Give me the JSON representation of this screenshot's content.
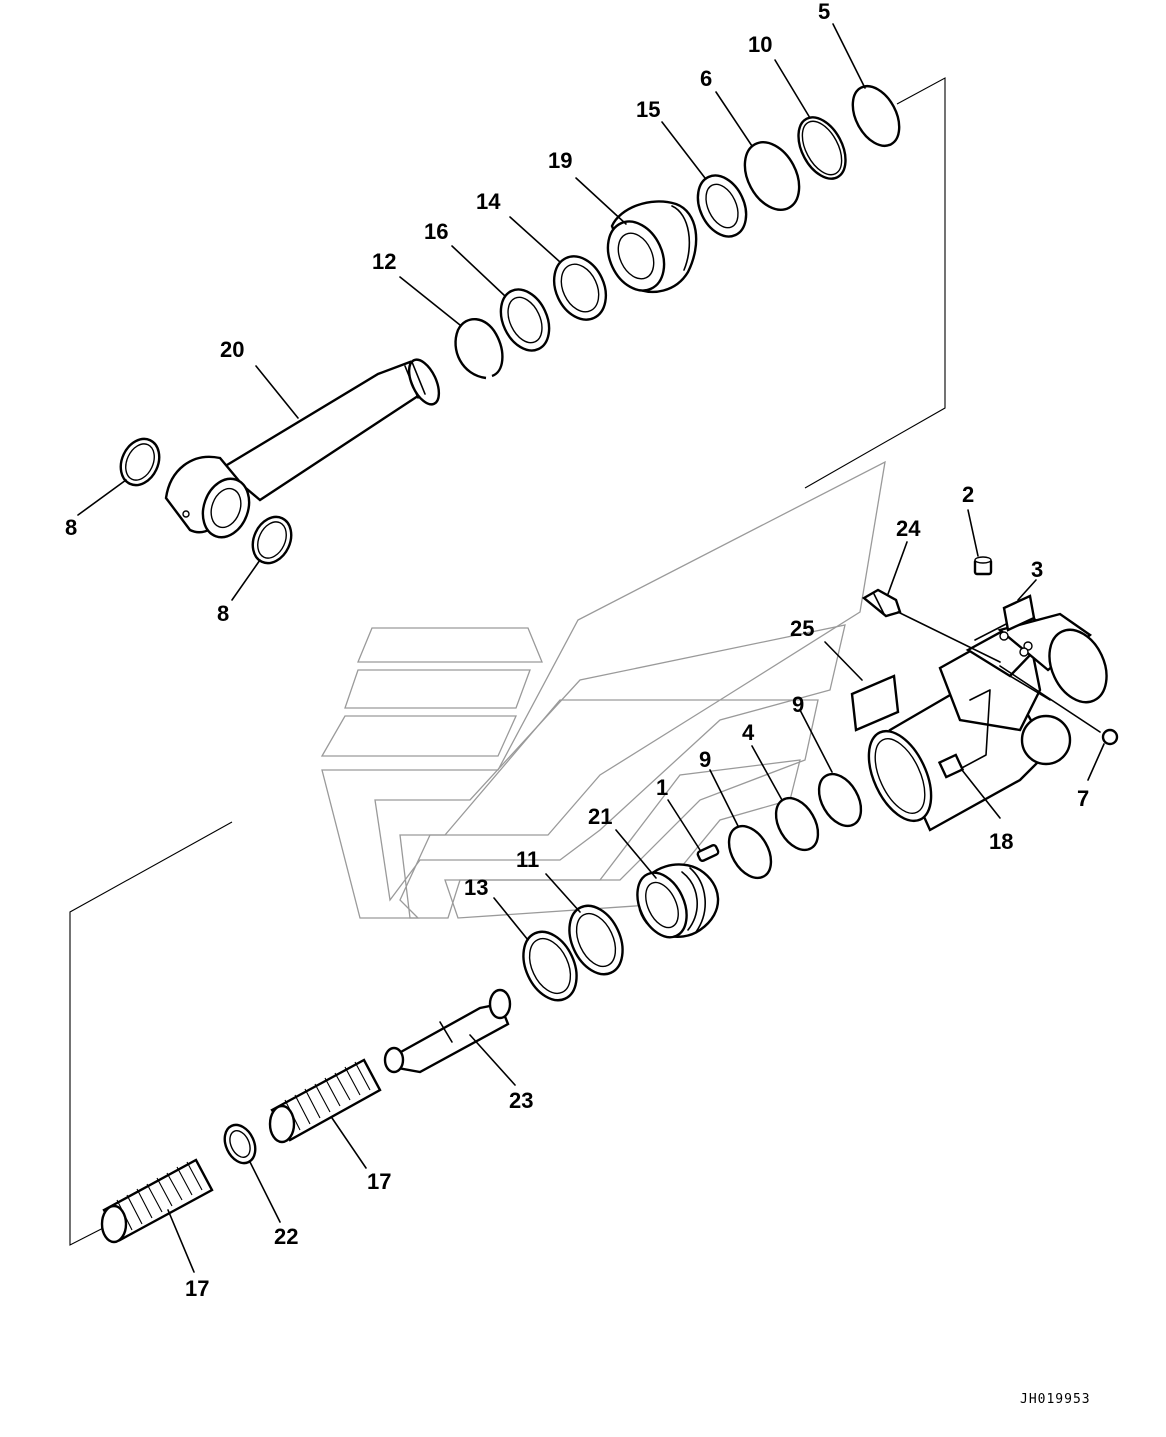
{
  "diagram": {
    "drawing_code": "JH019953",
    "part_labels": {
      "p1": "1",
      "p2": "2",
      "p3": "3",
      "p4": "4",
      "p5": "5",
      "p6": "6",
      "p7": "7",
      "p8a": "8",
      "p8b": "8",
      "p9a": "9",
      "p9b": "9",
      "p10": "10",
      "p11": "11",
      "p12": "12",
      "p13": "13",
      "p14": "14",
      "p15": "15",
      "p16": "16",
      "p17a": "17",
      "p17b": "17",
      "p18": "18",
      "p19": "19",
      "p20": "20",
      "p21": "21",
      "p22": "22",
      "p23": "23",
      "p24": "24",
      "p25": "25"
    }
  }
}
